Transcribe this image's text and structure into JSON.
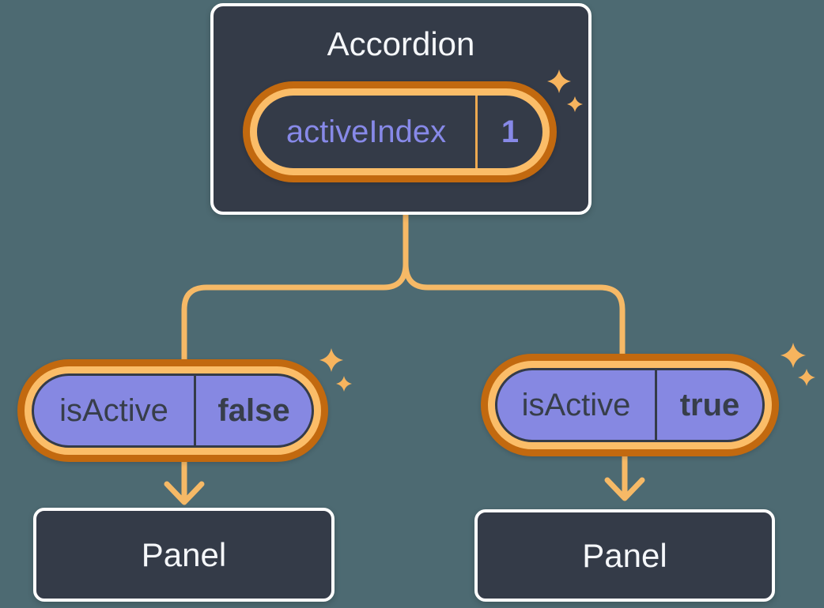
{
  "diagram": {
    "type": "component-tree",
    "root": {
      "title": "Accordion",
      "state": {
        "label": "activeIndex",
        "value": "1"
      }
    },
    "children": [
      {
        "prop": {
          "label": "isActive",
          "value": "false"
        },
        "panel_label": "Panel"
      },
      {
        "prop": {
          "label": "isActive",
          "value": "true"
        },
        "panel_label": "Panel"
      }
    ],
    "colors": {
      "background": "#4d6a72",
      "node_fill": "#343b48",
      "node_border": "#ffffff",
      "ring_outer": "#c2690f",
      "ring_inner": "#fbbd68",
      "connector": "#f6b966",
      "sparkle": "#f7b45e",
      "prop_fill": "#8688e2",
      "state_text": "#8789e8",
      "dark_text": "#373e4a",
      "light_text": "#f5f7fa",
      "state_divider": "#eda950"
    }
  }
}
